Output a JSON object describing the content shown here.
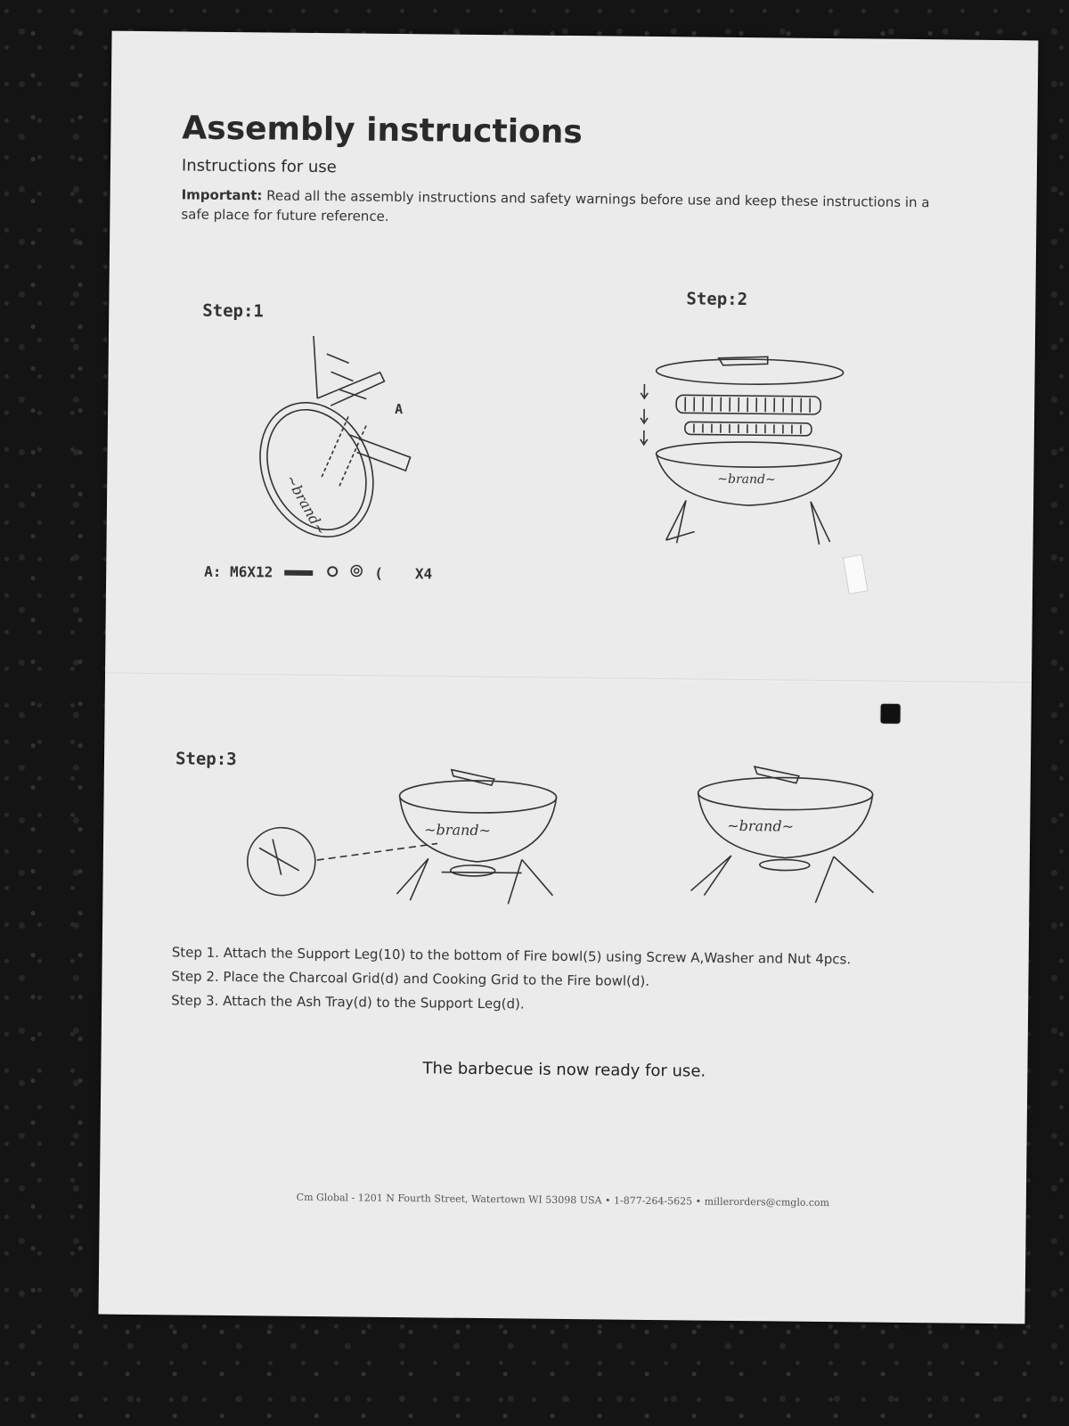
{
  "document": {
    "title": "Assembly instructions",
    "subtitle": "Instructions for use",
    "important_label": "Important:",
    "important_text": "Read all the assembly instructions and safety warnings before use and keep these instructions in a safe place for future reference.",
    "steps": [
      {
        "label": "Step:1"
      },
      {
        "label": "Step:2"
      },
      {
        "label": "Step:3"
      }
    ],
    "step1_callout": "A",
    "hardware": {
      "label": "A: M6X12",
      "quantity": "X4"
    },
    "instructions": [
      "Step 1. Attach the Support Leg(10) to the bottom of Fire bowl(5) using Screw A,Washer and Nut 4pcs.",
      "Step 2. Place the Charcoal Grid(d) and Cooking Grid to the Fire bowl(d).",
      "Step 3. Attach the Ash Tray(d) to the Support Leg(d)."
    ],
    "ready_text": "The barbecue is now ready for use.",
    "footer": "Cm Global -   1201 N Fourth Street, Watertown WI 53098 USA • 1-877-264-5625 • millerorders@cmglo.com"
  }
}
